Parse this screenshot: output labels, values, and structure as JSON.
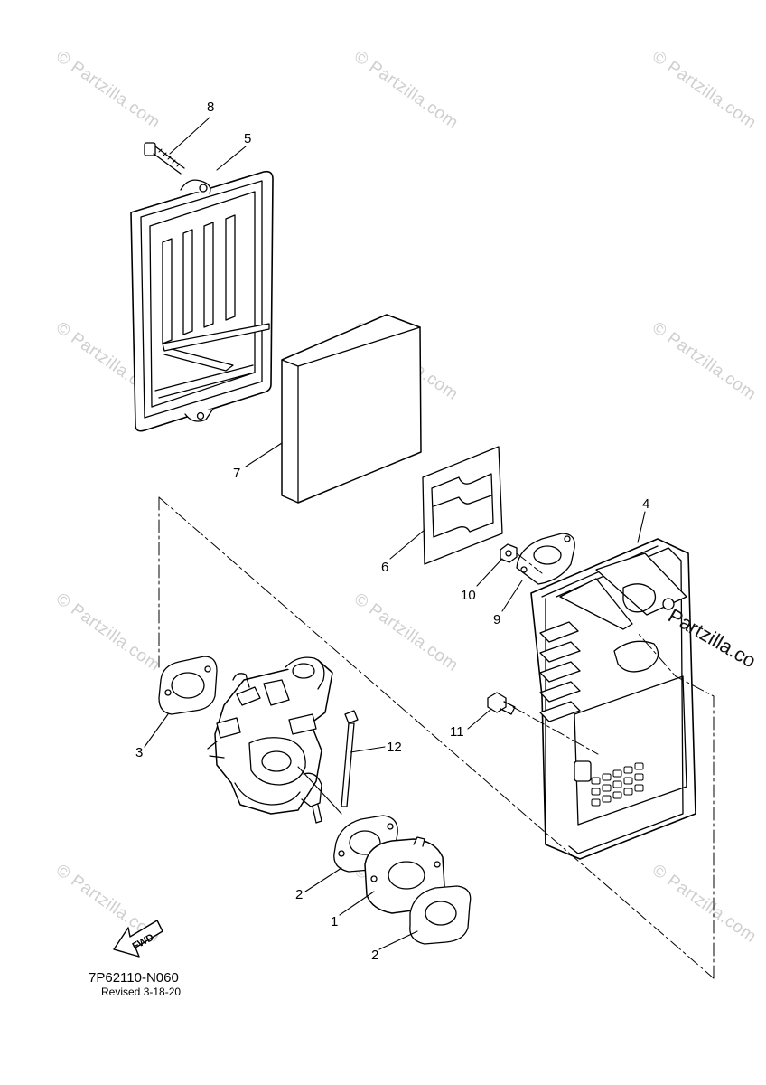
{
  "watermark": {
    "text": "© Partzilla.com",
    "corner_text": "Partzilla.co"
  },
  "callouts": [
    {
      "id": "1",
      "label": "1"
    },
    {
      "id": "2a",
      "label": "2"
    },
    {
      "id": "2b",
      "label": "2"
    },
    {
      "id": "3",
      "label": "3"
    },
    {
      "id": "4",
      "label": "4"
    },
    {
      "id": "5",
      "label": "5"
    },
    {
      "id": "6",
      "label": "6"
    },
    {
      "id": "7",
      "label": "7"
    },
    {
      "id": "8",
      "label": "8"
    },
    {
      "id": "9",
      "label": "9"
    },
    {
      "id": "10",
      "label": "10"
    },
    {
      "id": "11",
      "label": "11"
    },
    {
      "id": "12",
      "label": "12"
    }
  ],
  "fwd_label": "FWD",
  "diagram_code": "7P62110-N060",
  "revision": "Revised 3-18-20"
}
